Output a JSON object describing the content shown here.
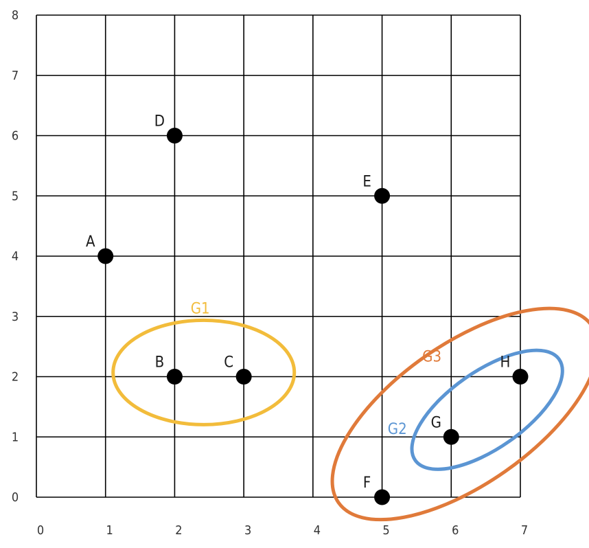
{
  "chart_data": {
    "type": "scatter",
    "title": "",
    "xlabel": "",
    "ylabel": "",
    "xlim": [
      0,
      7
    ],
    "ylim": [
      0,
      8
    ],
    "x_ticks": [
      "0",
      "1",
      "2",
      "3",
      "4",
      "5",
      "6",
      "7"
    ],
    "y_ticks": [
      "0",
      "1",
      "2",
      "3",
      "4",
      "5",
      "6",
      "7",
      "8"
    ],
    "grid": true,
    "points": [
      {
        "label": "A",
        "x": 1,
        "y": 4
      },
      {
        "label": "B",
        "x": 2,
        "y": 2
      },
      {
        "label": "C",
        "x": 3,
        "y": 2
      },
      {
        "label": "D",
        "x": 2,
        "y": 6
      },
      {
        "label": "E",
        "x": 5,
        "y": 5
      },
      {
        "label": "F",
        "x": 5,
        "y": 0
      },
      {
        "label": "G",
        "x": 6,
        "y": 1
      },
      {
        "label": "H",
        "x": 7,
        "y": 2
      }
    ],
    "groups": [
      {
        "label": "G1",
        "color": "#f2bc3b",
        "members": [
          "B",
          "C"
        ]
      },
      {
        "label": "G2",
        "color": "#5b95d3",
        "members": [
          "G",
          "H"
        ]
      },
      {
        "label": "G3",
        "color": "#e07a3a",
        "members": [
          "F",
          "G",
          "H"
        ]
      }
    ]
  }
}
